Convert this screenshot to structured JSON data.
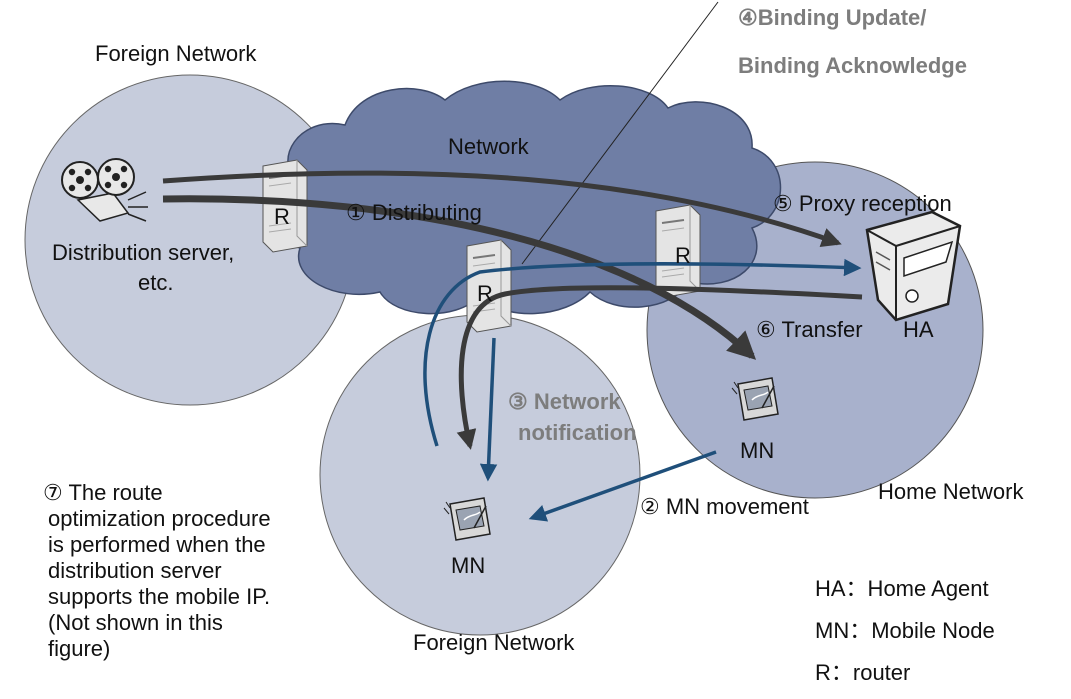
{
  "colors": {
    "circle_fill": "#c6ccdc",
    "home_circle_fill": "#a8b1cc",
    "cloud_fill": "#6f7ea5",
    "arrow_dark": "#3a3a3a",
    "arrow_blue": "#1f4f7a",
    "annotation_gray": "#7d7d7d"
  },
  "icons": [
    "film-reel-icon",
    "router-tower-icon",
    "home-agent-server-icon",
    "pda-device-icon"
  ],
  "labels": {
    "foreign_top": "Foreign Network",
    "foreign_bottom": "Foreign Network",
    "home": "Home Network",
    "network": "Network",
    "distribution_server_line1": "Distribution server,",
    "distribution_server_line2": "etc.",
    "router": "R",
    "ha": "HA",
    "mn": "MN"
  },
  "steps": {
    "s1": "① Distributing",
    "s2": "② MN movement",
    "s3_line1": "③ Network",
    "s3_line2": "notification",
    "s4_line1": "④Binding Update/",
    "s4_line2": "Binding Acknowledge",
    "s5": "⑤ Proxy reception",
    "s6": "⑥ Transfer",
    "s7_lines": [
      "⑦ The route",
      "optimization procedure",
      "is performed when the",
      "distribution server",
      "supports the mobile IP.",
      "(Not shown in this",
      "figure)"
    ]
  },
  "legend": [
    "HA：Home Agent",
    "MN：Mobile Node",
    "R：router"
  ]
}
